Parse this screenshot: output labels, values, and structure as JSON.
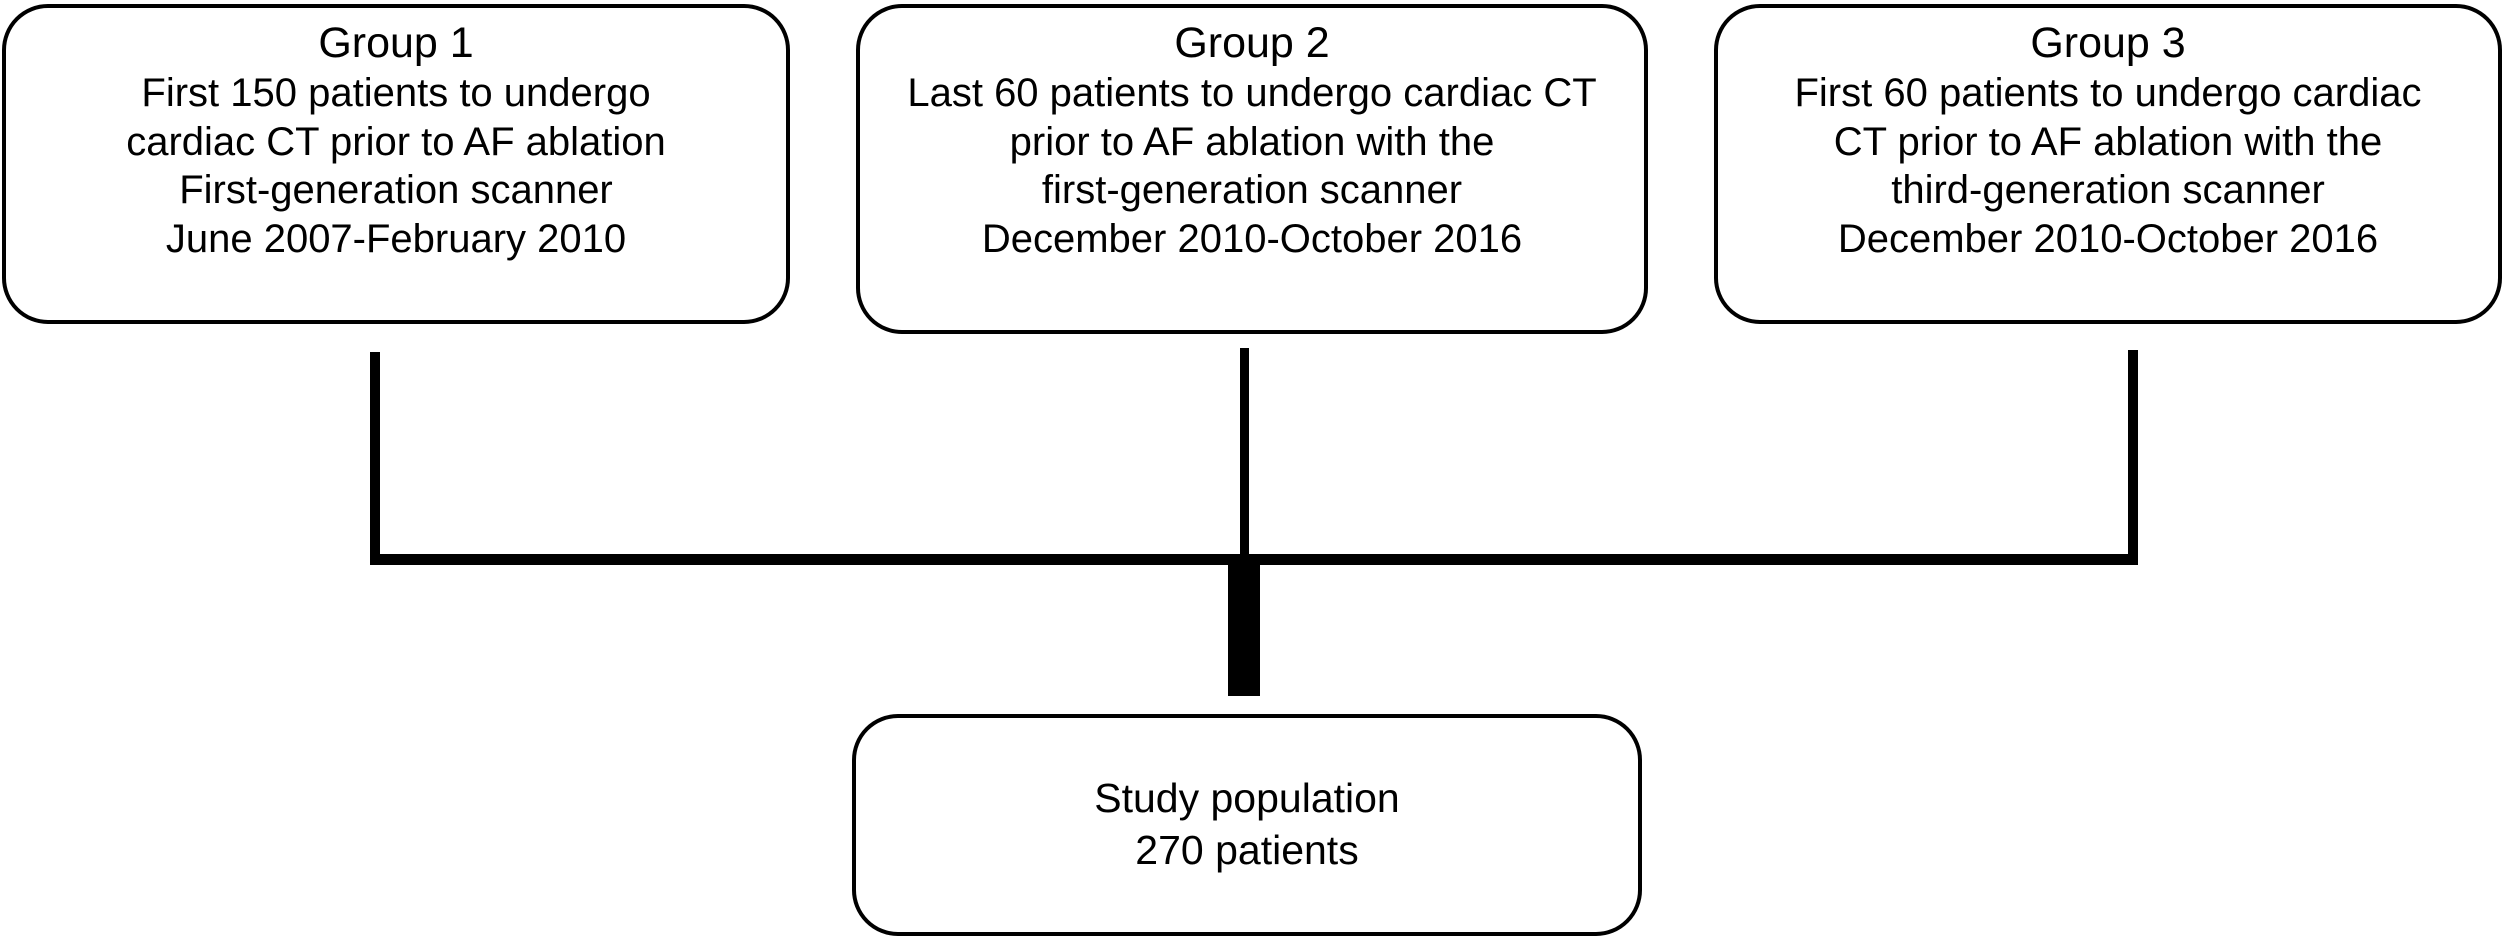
{
  "diagram": {
    "type": "flowchart",
    "orientation": "top-down-merge",
    "nodes": [
      {
        "id": "group-1",
        "title": "Group 1",
        "lines": [
          "First 150 patients to undergo",
          "cardiac CT prior to AF ablation",
          "First-generation scanner",
          "June 2007-February 2010"
        ]
      },
      {
        "id": "group-2",
        "title": "Group 2",
        "lines": [
          "Last 60 patients to undergo cardiac CT",
          "prior to AF ablation with the",
          "first-generation scanner",
          "December 2010-October 2016"
        ]
      },
      {
        "id": "group-3",
        "title": "Group 3",
        "lines": [
          "First 60 patients to undergo cardiac",
          "CT prior to AF ablation with the",
          "third-generation scanner",
          "December 2010-October 2016"
        ]
      },
      {
        "id": "study-population",
        "title": "",
        "lines": [
          "Study population",
          "270 patients"
        ]
      }
    ],
    "connectors": [
      {
        "id": "left-stem",
        "name": "group-1-to-busbar-connector"
      },
      {
        "id": "center-stem",
        "name": "group-2-to-busbar-connector"
      },
      {
        "id": "right-stem",
        "name": "group-3-to-busbar-connector"
      },
      {
        "id": "busbar",
        "name": "merge-busbar-connector"
      },
      {
        "id": "down-stem",
        "name": "busbar-to-study-population-connector"
      }
    ],
    "colors": {
      "stroke": "#000000",
      "fill": "#ffffff",
      "text": "#000000"
    }
  }
}
